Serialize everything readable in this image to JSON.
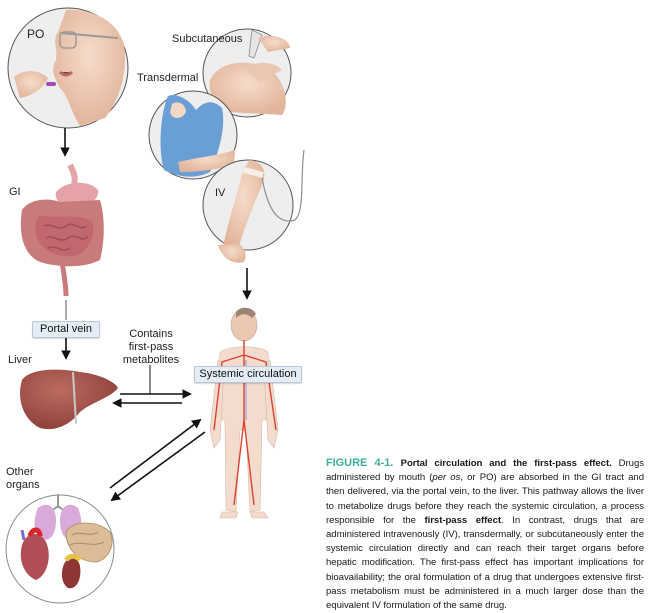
{
  "figure": {
    "labels": {
      "po": "PO",
      "subcutaneous": "Subcutaneous",
      "transdermal": "Transdermal",
      "iv": "IV",
      "gi": "GI",
      "liver": "Liver",
      "other_organs_line1": "Other",
      "other_organs_line2": "organs",
      "contains_line1": "Contains",
      "contains_line2": "first-pass",
      "contains_line3": "metabolites"
    },
    "boxes": {
      "portal_vein": "Portal vein",
      "systemic_circulation": "Systemic circulation"
    },
    "illustrations": [
      "po-oral-dose-icon",
      "subcutaneous-injection-icon",
      "transdermal-patch-icon",
      "iv-arm-icon",
      "gi-tract-icon",
      "liver-icon",
      "human-circulation-icon",
      "other-organs-icon"
    ],
    "colors": {
      "figure_label": "#3fae9c",
      "label_box_fill": "#e4ecf5",
      "label_box_border": "#b9c8d8",
      "liver": "#a9574f",
      "gi": "#c97a7a",
      "skin": "#f0d2c0",
      "artery": "#d9432e",
      "shirt": "#6a9fd6"
    }
  },
  "caption": {
    "figure_number": "FIGURE 4-1.",
    "title": "Portal circulation and the first-pass effect.",
    "text_1": " Drugs administered by mouth (",
    "per_os": "per os",
    "text_2": ", or PO) are absorbed in the GI tract and then delivered, via the portal vein, to the liver. This pathway allows the liver to metabolize drugs before they reach the systemic circulation, a process responsible for the ",
    "bold_term": "first-pass effect",
    "text_3": ". In contrast, drugs that are administered intravenously (IV), transdermally, or subcutaneously enter the systemic circulation directly and can reach their target organs before hepatic modification. The first-pass effect has important implications for bioavailability; the oral formulation of a drug that undergoes extensive first-pass metabolism must be administered in a much larger dose than the equivalent IV formulation of the same drug."
  }
}
